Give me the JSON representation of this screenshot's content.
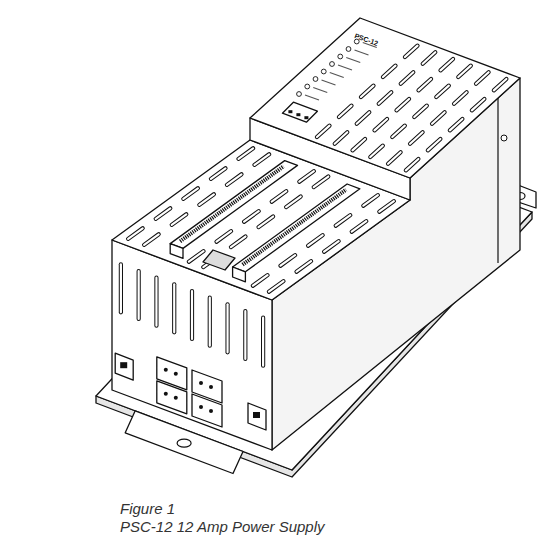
{
  "diagram": {
    "caption": "Figure 1",
    "labels": [
      "PSC-12",
      "PSC-12 12 Amp Power Supply"
    ]
  }
}
